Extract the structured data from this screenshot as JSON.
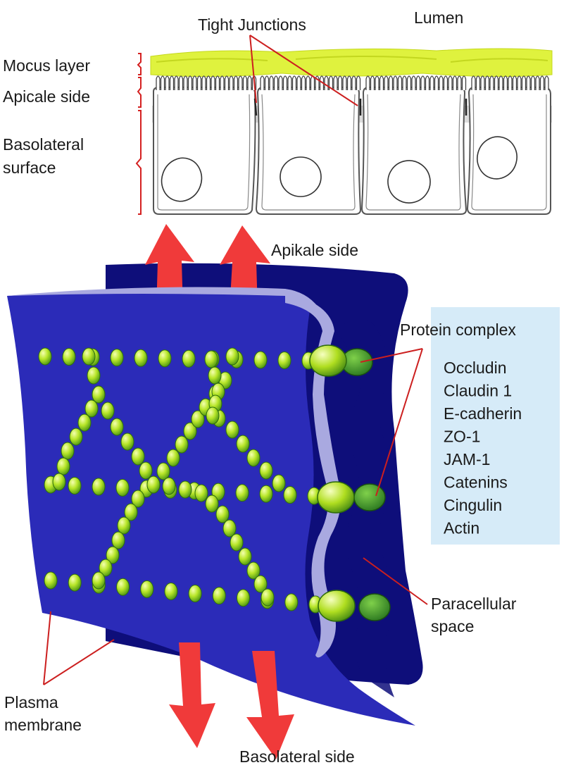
{
  "labels": {
    "tight_junctions": "Tight Junctions",
    "lumen": "Lumen",
    "mucus_layer": "Mocus layer",
    "apical_side": "Apicale side",
    "basolateral_surface_line1": "Basolateral",
    "basolateral_surface_line2": "surface",
    "apikale_side": "Apikale side",
    "protein_complex": "Protein complex",
    "paracellular_line1": "Paracellular",
    "paracellular_line2": "space",
    "plasma_line1": "Plasma",
    "plasma_line2": "membrane",
    "basolateral_side": "Basolateral side"
  },
  "proteins": [
    "Occludin",
    "Claudin 1",
    "E-cadherin",
    "ZO-1",
    "JAM-1",
    "Catenins",
    "Cingulin",
    "Actin"
  ],
  "colors": {
    "membrane": "#2b2bb8",
    "membrane_dark": "#0e0e7a",
    "membrane_light": "#a9a9e0",
    "arrow": "#f03a3a",
    "bead": "#9ad61e",
    "protein_panel": "#d6ebf8",
    "mucus": "#dff23e",
    "leader": "#cc1f1f"
  }
}
